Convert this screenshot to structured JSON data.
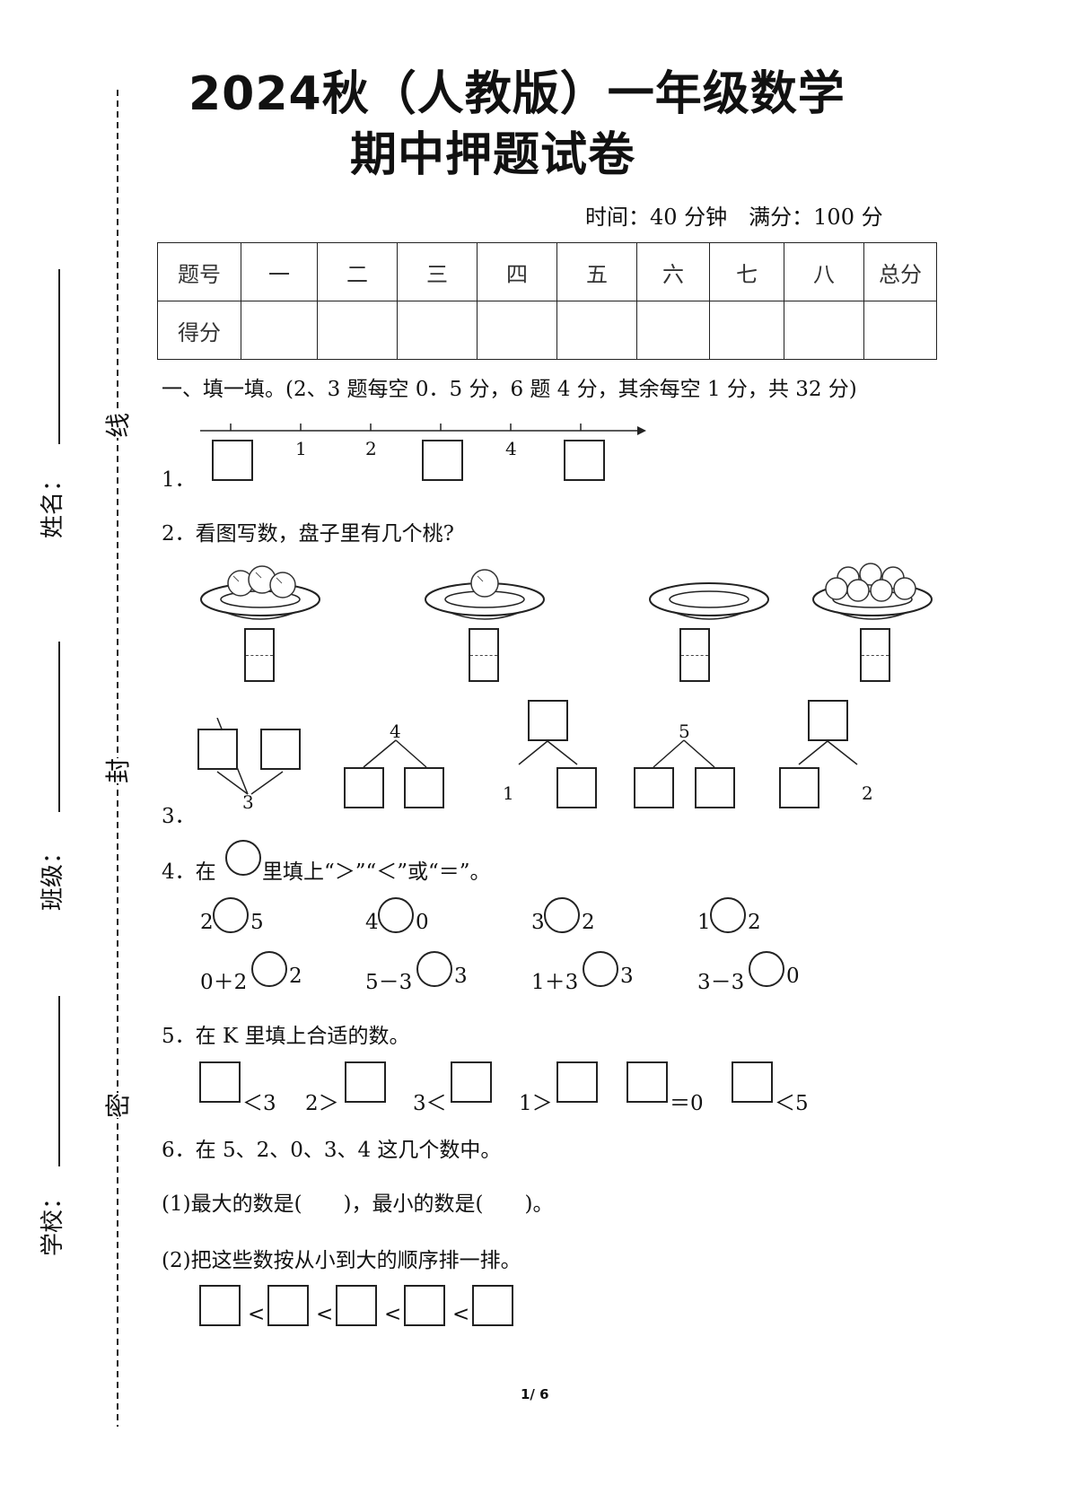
{
  "header": {
    "title_line1": "2024秋（人教版）一年级数学",
    "title_line2": "期中押题试卷",
    "time_info": "时间：40 分钟　满分：100 分"
  },
  "score_table": {
    "row1": [
      "题号",
      "一",
      "二",
      "三",
      "四",
      "五",
      "六",
      "七",
      "八",
      "总分"
    ],
    "row2_label": "得分"
  },
  "binding_margin": {
    "name_label": "姓名：",
    "class_label": "班级：",
    "school_label": "学校：",
    "seal_chars": [
      "线",
      "封",
      "密"
    ]
  },
  "section1": {
    "heading": "一、填一填。(2、3 题每空 0．5 分，6 题 4 分，其余每空 1 分，共 32 分)"
  },
  "q1": {
    "number": "1．",
    "tick_labels": [
      "1",
      "2",
      "4"
    ]
  },
  "q2": {
    "text": "2．看图写数，盘子里有几个桃?"
  },
  "q3": {
    "number": "3．",
    "labels": [
      "3",
      "4",
      "1",
      "5",
      "2"
    ]
  },
  "q4": {
    "text_prefix": "4．在",
    "text_suffix": "里填上“＞”“＜”或“＝”。",
    "row1": [
      {
        "left": "2",
        "right": "5"
      },
      {
        "left": "4",
        "right": "0"
      },
      {
        "left": "3",
        "right": "2"
      },
      {
        "left": "1",
        "right": "2"
      }
    ],
    "row2": [
      {
        "left": "0＋2",
        "right": "2"
      },
      {
        "left": "5－3",
        "right": "3"
      },
      {
        "left": "1＋3",
        "right": "3"
      },
      {
        "left": "3－3",
        "right": "0"
      }
    ]
  },
  "q5": {
    "text": "5．在 K 里填上合适的数。",
    "items": [
      "＜3",
      "2＞",
      "3＜",
      "1＞",
      "＝0",
      "＜5"
    ]
  },
  "q6": {
    "text": "6．在 5、2、0、3、4 这几个数中。",
    "part1": "(1)最大的数是(　　)，最小的数是(　　)。",
    "part2": "(2)把这些数按从小到大的顺序排一排。",
    "lt": "<"
  },
  "footer": {
    "page": "1/ 6"
  }
}
